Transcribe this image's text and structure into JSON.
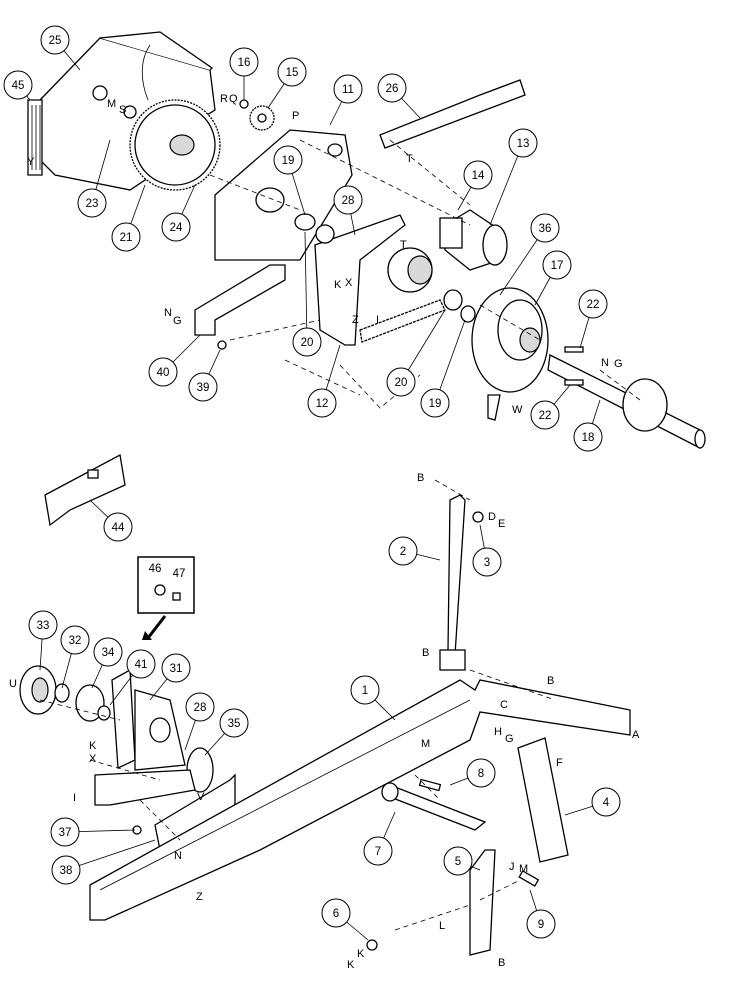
{
  "callouts": [
    {
      "id": "c25",
      "label": "25"
    },
    {
      "id": "c45",
      "label": "45"
    },
    {
      "id": "c16",
      "label": "16"
    },
    {
      "id": "c15",
      "label": "15"
    },
    {
      "id": "c11",
      "label": "11"
    },
    {
      "id": "c26",
      "label": "26"
    },
    {
      "id": "c13",
      "label": "13"
    },
    {
      "id": "c14",
      "label": "14"
    },
    {
      "id": "c23",
      "label": "23"
    },
    {
      "id": "c21",
      "label": "21"
    },
    {
      "id": "c24",
      "label": "24"
    },
    {
      "id": "c19a",
      "label": "19"
    },
    {
      "id": "c28a",
      "label": "28"
    },
    {
      "id": "c36",
      "label": "36"
    },
    {
      "id": "c17",
      "label": "17"
    },
    {
      "id": "c22a",
      "label": "22"
    },
    {
      "id": "c40",
      "label": "40"
    },
    {
      "id": "c39",
      "label": "39"
    },
    {
      "id": "c20a",
      "label": "20"
    },
    {
      "id": "c12",
      "label": "12"
    },
    {
      "id": "c20b",
      "label": "20"
    },
    {
      "id": "c19b",
      "label": "19"
    },
    {
      "id": "c22b",
      "label": "22"
    },
    {
      "id": "c18",
      "label": "18"
    },
    {
      "id": "c44",
      "label": "44"
    },
    {
      "id": "c2",
      "label": "2"
    },
    {
      "id": "c3",
      "label": "3"
    },
    {
      "id": "c46",
      "label": "46"
    },
    {
      "id": "c47",
      "label": "47"
    },
    {
      "id": "c33",
      "label": "33"
    },
    {
      "id": "c32",
      "label": "32"
    },
    {
      "id": "c34",
      "label": "34"
    },
    {
      "id": "c41",
      "label": "41"
    },
    {
      "id": "c31",
      "label": "31"
    },
    {
      "id": "c1",
      "label": "1"
    },
    {
      "id": "c28b",
      "label": "28"
    },
    {
      "id": "c35",
      "label": "35"
    },
    {
      "id": "c8",
      "label": "8"
    },
    {
      "id": "c4",
      "label": "4"
    },
    {
      "id": "c37",
      "label": "37"
    },
    {
      "id": "c7",
      "label": "7"
    },
    {
      "id": "c38",
      "label": "38"
    },
    {
      "id": "c5",
      "label": "5"
    },
    {
      "id": "c9",
      "label": "9"
    },
    {
      "id": "c6",
      "label": "6"
    }
  ],
  "letters": [
    {
      "id": "l1",
      "text": "M"
    },
    {
      "id": "l2",
      "text": "S"
    },
    {
      "id": "l3",
      "text": "R"
    },
    {
      "id": "l4",
      "text": "Q"
    },
    {
      "id": "l5",
      "text": "Y"
    },
    {
      "id": "l6",
      "text": "P"
    },
    {
      "id": "l7",
      "text": "T"
    },
    {
      "id": "l8",
      "text": "T"
    },
    {
      "id": "l9",
      "text": "K"
    },
    {
      "id": "l10",
      "text": "X"
    },
    {
      "id": "l11",
      "text": "Z"
    },
    {
      "id": "l12",
      "text": "I"
    },
    {
      "id": "l13",
      "text": "N"
    },
    {
      "id": "l14",
      "text": "G"
    },
    {
      "id": "l15",
      "text": "N"
    },
    {
      "id": "l16",
      "text": "G"
    },
    {
      "id": "l17",
      "text": "W"
    },
    {
      "id": "l18",
      "text": "B"
    },
    {
      "id": "l19",
      "text": "D"
    },
    {
      "id": "l20",
      "text": "E"
    },
    {
      "id": "l21",
      "text": "B"
    },
    {
      "id": "l22",
      "text": "B"
    },
    {
      "id": "l23",
      "text": "U"
    },
    {
      "id": "l24",
      "text": "C"
    },
    {
      "id": "l25",
      "text": "A"
    },
    {
      "id": "l26",
      "text": "H"
    },
    {
      "id": "l27",
      "text": "G"
    },
    {
      "id": "l28",
      "text": "F"
    },
    {
      "id": "l29",
      "text": "M"
    },
    {
      "id": "l30",
      "text": "K"
    },
    {
      "id": "l31",
      "text": "X"
    },
    {
      "id": "l32",
      "text": "I"
    },
    {
      "id": "l33",
      "text": "V"
    },
    {
      "id": "l34",
      "text": "N"
    },
    {
      "id": "l35",
      "text": "Z"
    },
    {
      "id": "l36",
      "text": "J"
    },
    {
      "id": "l37",
      "text": "M"
    },
    {
      "id": "l38",
      "text": "L"
    },
    {
      "id": "l39",
      "text": "B"
    },
    {
      "id": "l40",
      "text": "K"
    },
    {
      "id": "l41",
      "text": "K"
    }
  ]
}
